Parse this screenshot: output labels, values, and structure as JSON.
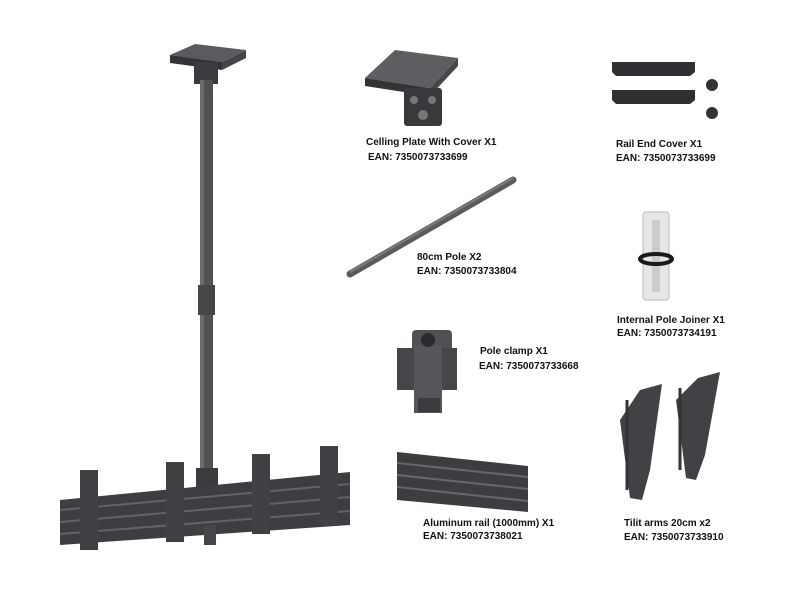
{
  "parts": [
    {
      "name": "Celling Plate With Cover  X1",
      "ean": "EAN: 7350073733699"
    },
    {
      "name": "Rail End Cover X1",
      "ean": "EAN: 7350073733699"
    },
    {
      "name": "80cm Pole X2",
      "ean": "EAN: 7350073733804"
    },
    {
      "name": "Internal Pole Joiner X1",
      "ean": "EAN: 7350073734191"
    },
    {
      "name": "Pole clamp X1",
      "ean": "EAN: 7350073733668"
    },
    {
      "name": "Aluminum rail (1000mm) X1",
      "ean": "EAN: 7350073738021"
    },
    {
      "name": "Tilit arms 20cm x2",
      "ean": "EAN: 7350073733910"
    }
  ],
  "colors": {
    "metal": "#4a4b4e",
    "metal_dark": "#2f3033",
    "metal_light": "#6b6c70",
    "joiner": "#e4e6e8"
  }
}
